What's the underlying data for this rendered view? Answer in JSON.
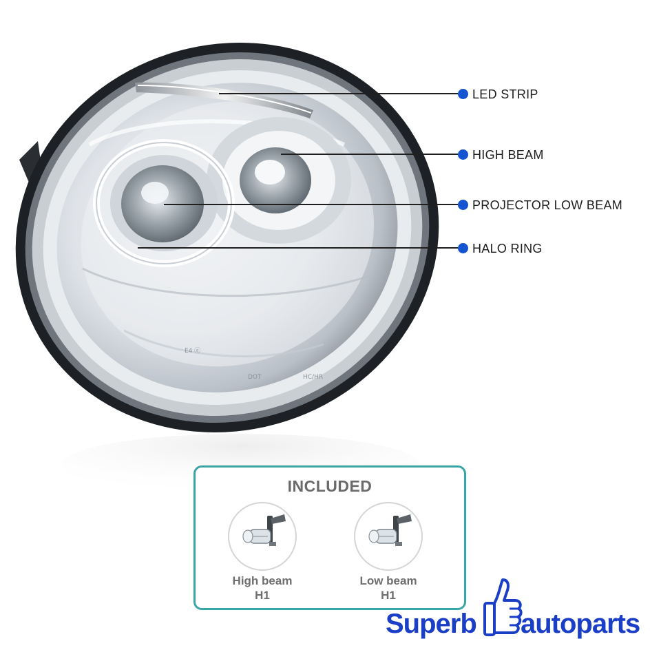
{
  "callouts": [
    {
      "label": "LED STRIP"
    },
    {
      "label": "HIGH BEAM"
    },
    {
      "label": "PROJECTOR LOW BEAM"
    },
    {
      "label": "HALO RING"
    }
  ],
  "included": {
    "title": "INCLUDED",
    "items": [
      {
        "line1": "High beam",
        "line2": "H1"
      },
      {
        "line1": "Low beam",
        "line2": "H1"
      }
    ]
  },
  "brand": {
    "left_word": "Superb",
    "right_word": "autoparts"
  },
  "colors": {
    "accent_dot": "#1454d0",
    "box_border": "#39a5a6",
    "brand_blue": "#1a3fc6"
  }
}
